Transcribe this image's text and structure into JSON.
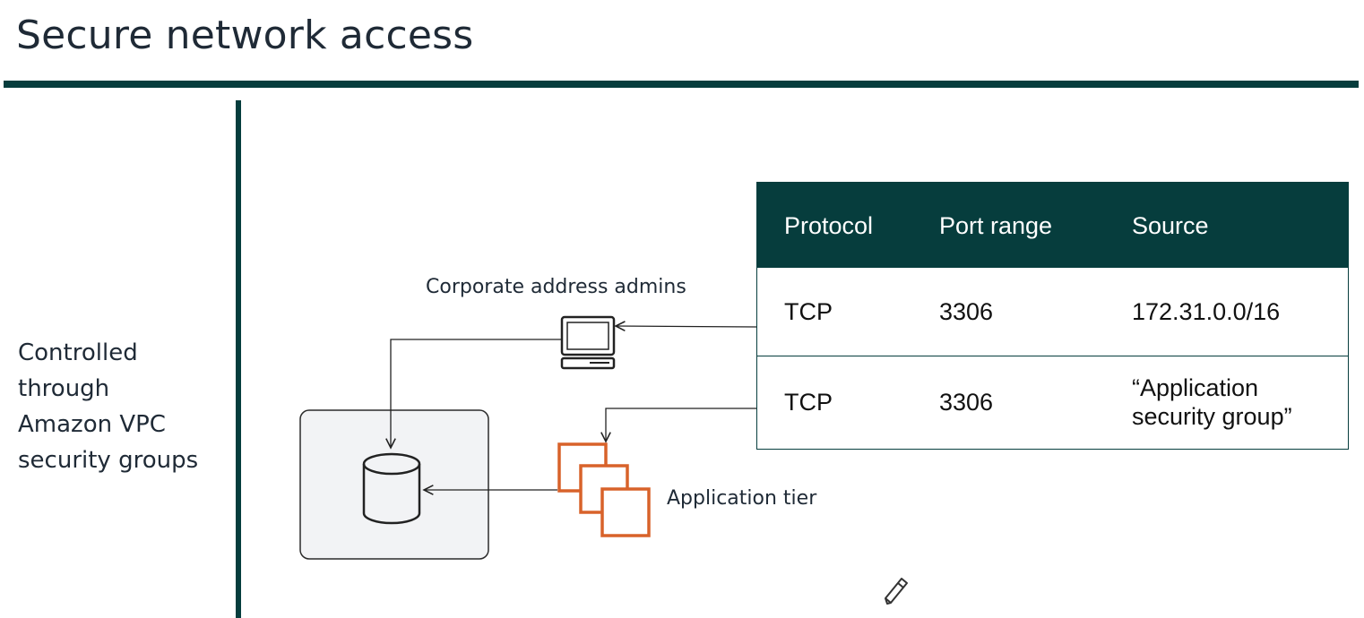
{
  "page": {
    "title": "Secure network access"
  },
  "sidebar": {
    "lines": [
      "Controlled",
      "through",
      "Amazon VPC",
      "security groups"
    ]
  },
  "diagram": {
    "corporate_label": "Corporate address admins",
    "app_tier_label": "Application tier",
    "icons": [
      "desktop-computer-icon",
      "database-icon",
      "ec2-instances-icon",
      "pencil-cursor-icon"
    ],
    "colors": {
      "accent": "#063d3d",
      "ec2_orange": "#d8622a",
      "db_box_fill": "#f2f3f5"
    }
  },
  "security_group_table": {
    "headers": [
      "Protocol",
      "Port range",
      "Source"
    ],
    "rows": [
      [
        "TCP",
        "3306",
        "172.31.0.0/16"
      ],
      [
        "TCP",
        "3306",
        "“Application security group”"
      ]
    ]
  }
}
